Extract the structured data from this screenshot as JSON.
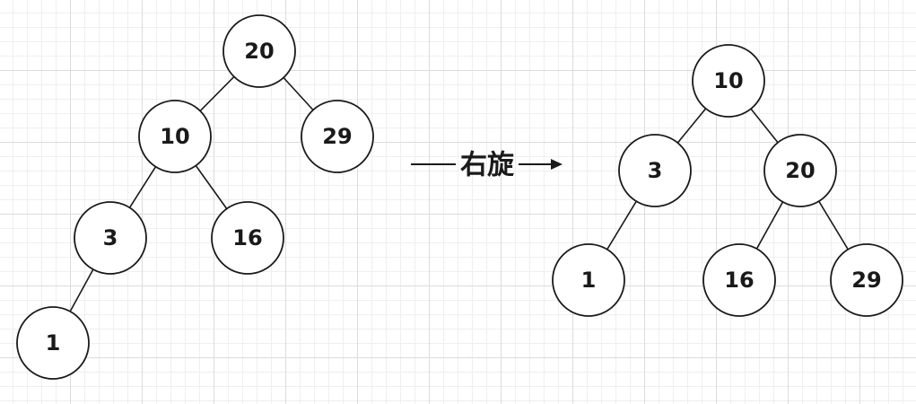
{
  "diagram": {
    "operation_label": "右旋",
    "before_tree": {
      "nodes": [
        {
          "id": "b20",
          "label": "20"
        },
        {
          "id": "b10",
          "label": "10"
        },
        {
          "id": "b29",
          "label": "29"
        },
        {
          "id": "b3",
          "label": "3"
        },
        {
          "id": "b16",
          "label": "16"
        },
        {
          "id": "b1",
          "label": "1"
        }
      ],
      "edges": [
        {
          "from": "b20",
          "to": "b10"
        },
        {
          "from": "b20",
          "to": "b29"
        },
        {
          "from": "b10",
          "to": "b3"
        },
        {
          "from": "b10",
          "to": "b16"
        },
        {
          "from": "b3",
          "to": "b1"
        }
      ]
    },
    "after_tree": {
      "nodes": [
        {
          "id": "a10",
          "label": "10"
        },
        {
          "id": "a3",
          "label": "3"
        },
        {
          "id": "a20",
          "label": "20"
        },
        {
          "id": "a1",
          "label": "1"
        },
        {
          "id": "a16",
          "label": "16"
        },
        {
          "id": "a29",
          "label": "29"
        }
      ],
      "edges": [
        {
          "from": "a10",
          "to": "a3"
        },
        {
          "from": "a10",
          "to": "a20"
        },
        {
          "from": "a3",
          "to": "a1"
        },
        {
          "from": "a20",
          "to": "a16"
        },
        {
          "from": "a20",
          "to": "a29"
        }
      ]
    }
  }
}
